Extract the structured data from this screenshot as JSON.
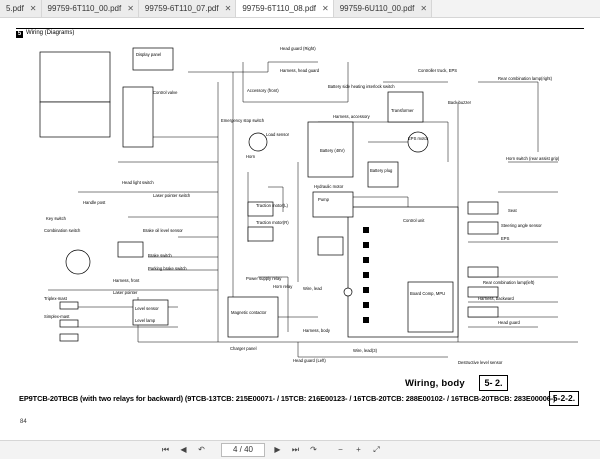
{
  "tabs": [
    {
      "label": "5.pdf",
      "active": false
    },
    {
      "label": "99759-6T110_00.pdf",
      "active": false
    },
    {
      "label": "99759-6T110_07.pdf",
      "active": false
    },
    {
      "label": "99759-6T110_08.pdf",
      "active": true
    },
    {
      "label": "99759-6U110_00.pdf",
      "active": false
    }
  ],
  "close_glyph": "✕",
  "header": {
    "section_num": "5",
    "title": "Wiring (Diagrams)"
  },
  "diagram_labels": {
    "display_panel": "Display panel",
    "head_guard_right": "Head guard (Right)",
    "harness_head_guard": "Harness, head guard",
    "rear_combination_lamp_right": "Rear combination lamp(right)",
    "controller_truck": "Controller truck, EPS",
    "control_valve": "Control valve",
    "accessory_front": "Accessory (front)",
    "battery_side_heating": "Battery side heating interlock switch",
    "harness_accessory": "Harness, accessory",
    "back_buzzer": "Back buzzer",
    "transformer": "Transformer",
    "emergency_stop": "Emergency stop switch",
    "horn": "Horn",
    "load_sensor": "Load sensor",
    "battery": "Battery (48V)",
    "battery_plug": "Battery plug",
    "eps_motor": "EPS motor",
    "horn_switch": "Horn switch (rear assist grip)",
    "traction_motor_l": "Traction motor(L)",
    "traction_motor_r": "Traction motor(R)",
    "hydraulic_motor": "Hydraulic motor",
    "pump": "Pump",
    "handle_post": "Handle post",
    "key_switch": "Key switch",
    "combination_switch": "Combination switch",
    "brake_oil": "Brake oil level sensor",
    "brake_switch": "Brake switch",
    "parking_brake": "Parking brake switch",
    "control_unit": "Control unit",
    "board_comp": "Board Comp, MPU",
    "seat": "Seat",
    "steering_sensor": "Steering angle sensor",
    "eps": "EPS",
    "laser_pointer_switch": "Laser pointer switch",
    "laser_pointer": "Laser pointer",
    "triplex_mast": "Triplex-mast",
    "simplex_mast": "Simplex-mast",
    "level_sensor": "Level sensor",
    "level_lamp": "Level lamp",
    "charger_panel": "Charger panel",
    "magnetic_contactor": "Magnetic contactor",
    "harness_body": "Harness, body",
    "wire_lead": "Wire, lead",
    "wire_lead3": "Wire, lead(3)",
    "head_guard_left": "Head guard (Left)",
    "head_guard": "Head guard",
    "destructive_level": "Destructive level sensor",
    "rear_combination_lamp_left": "Rear combination lamp(left)",
    "harness_backward": "Harness, backward",
    "harness_front": "Harness, front",
    "head_light_switch": "Head light switch",
    "laser_relay": "Power supply relay",
    "horn_relay": "Horn relay"
  },
  "footer": {
    "title": "Wiring, body",
    "box1": "5- 2.",
    "caption": "EP9TCB-20TBCB (with two relays for backward) (9TCB-13TCB: 215E00071- / 15TCB: 216E00123- / 16TCB-20TCB: 288E00102- / 16TBCB-20TBCB: 283E00006-)",
    "box2": "5-2-2.",
    "page_label": "84"
  },
  "statusbar": {
    "page_value": "4 / 40",
    "first_icon": "⏮",
    "prev_icon": "◀",
    "next_icon": "▶",
    "last_icon": "⏭",
    "back_icon": "↶",
    "forward_icon": "↷",
    "minus_icon": "−",
    "plus_icon": "+",
    "fit_icon": "⤢"
  }
}
